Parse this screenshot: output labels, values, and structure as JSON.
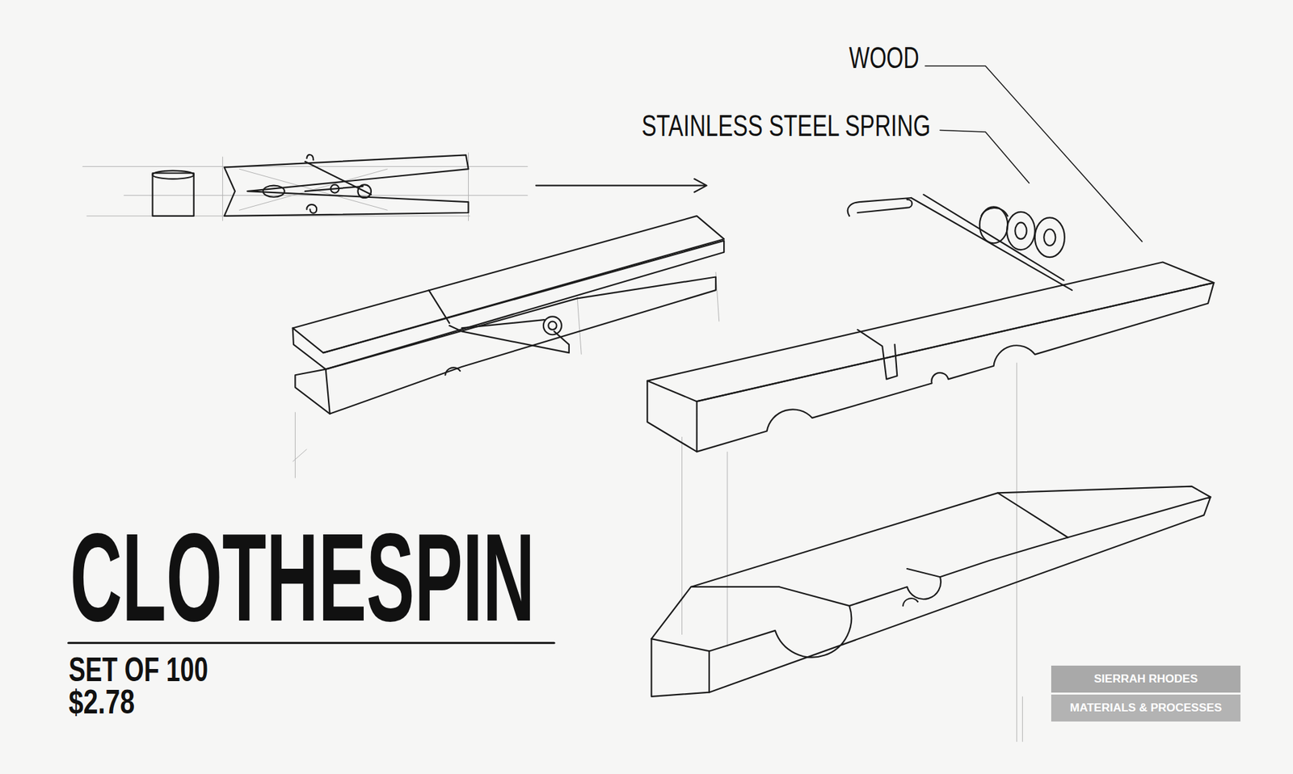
{
  "diagram": {
    "title": "CLOTHESPIN",
    "nodes": [
      {
        "text": [
          "SIERRAH RHODES",
          "MATERIALS & PROCESSES"
        ]
      }
    ],
    "labels": [
      "WOOD",
      "STAINLESS STEEL SPRING",
      "SET OF 100",
      "$2.78"
    ]
  }
}
